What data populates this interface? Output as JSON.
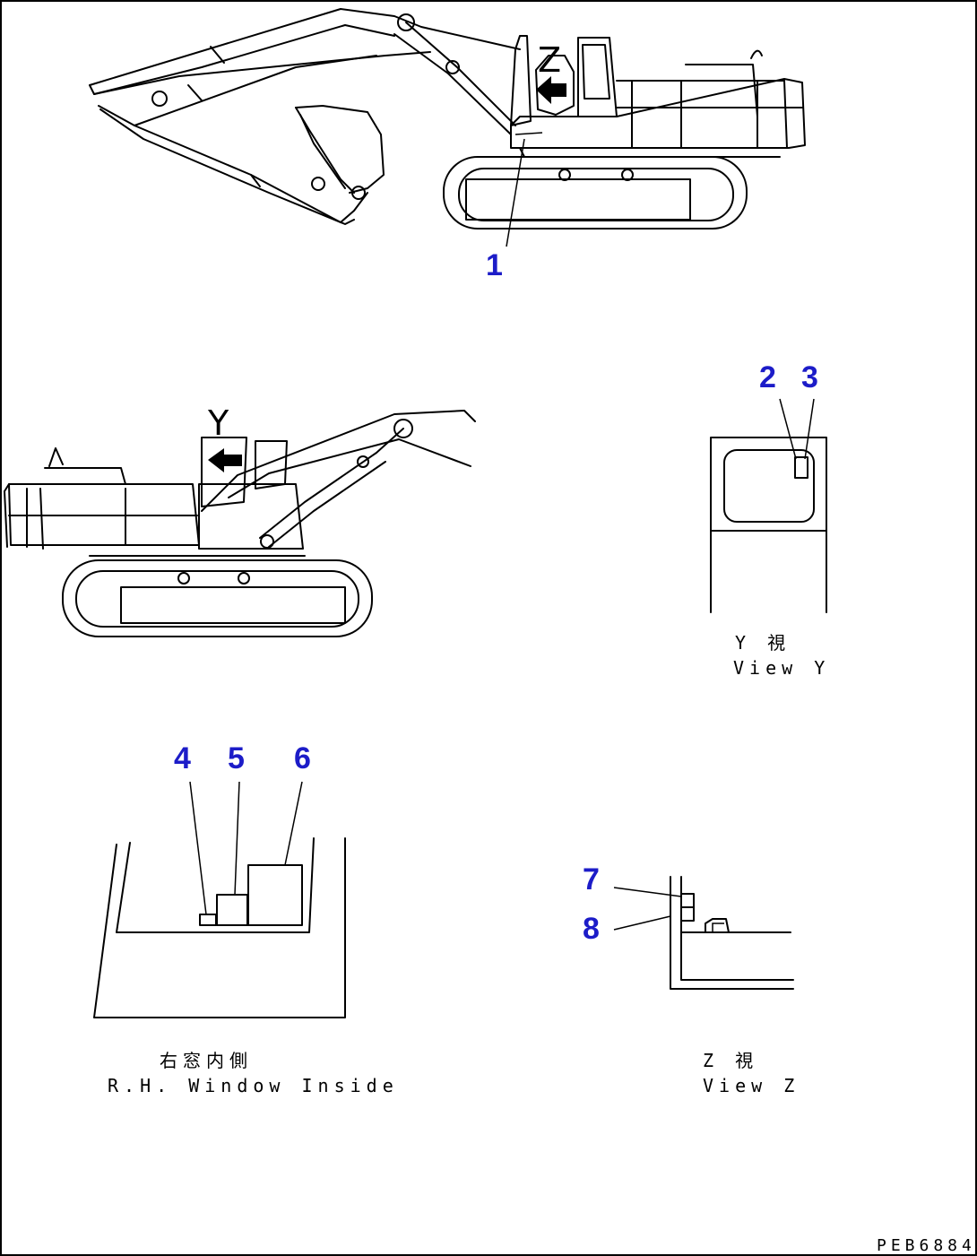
{
  "callouts": {
    "c1": "1",
    "c2": "2",
    "c3": "3",
    "c4": "4",
    "c5": "5",
    "c6": "6",
    "c7": "7",
    "c8": "8"
  },
  "view_letters": {
    "z": "Z",
    "y": "Y"
  },
  "captions": {
    "view_y_jp": "Y 視",
    "view_y_en": "View Y",
    "window_jp": "右窓内側",
    "window_en": "R.H. Window Inside",
    "view_z_jp": "Z 視",
    "view_z_en": "View Z"
  },
  "drawing_code": "PEB6884",
  "colors": {
    "callout": "#1c1cc8",
    "line": "#000000",
    "background": "#ffffff"
  }
}
